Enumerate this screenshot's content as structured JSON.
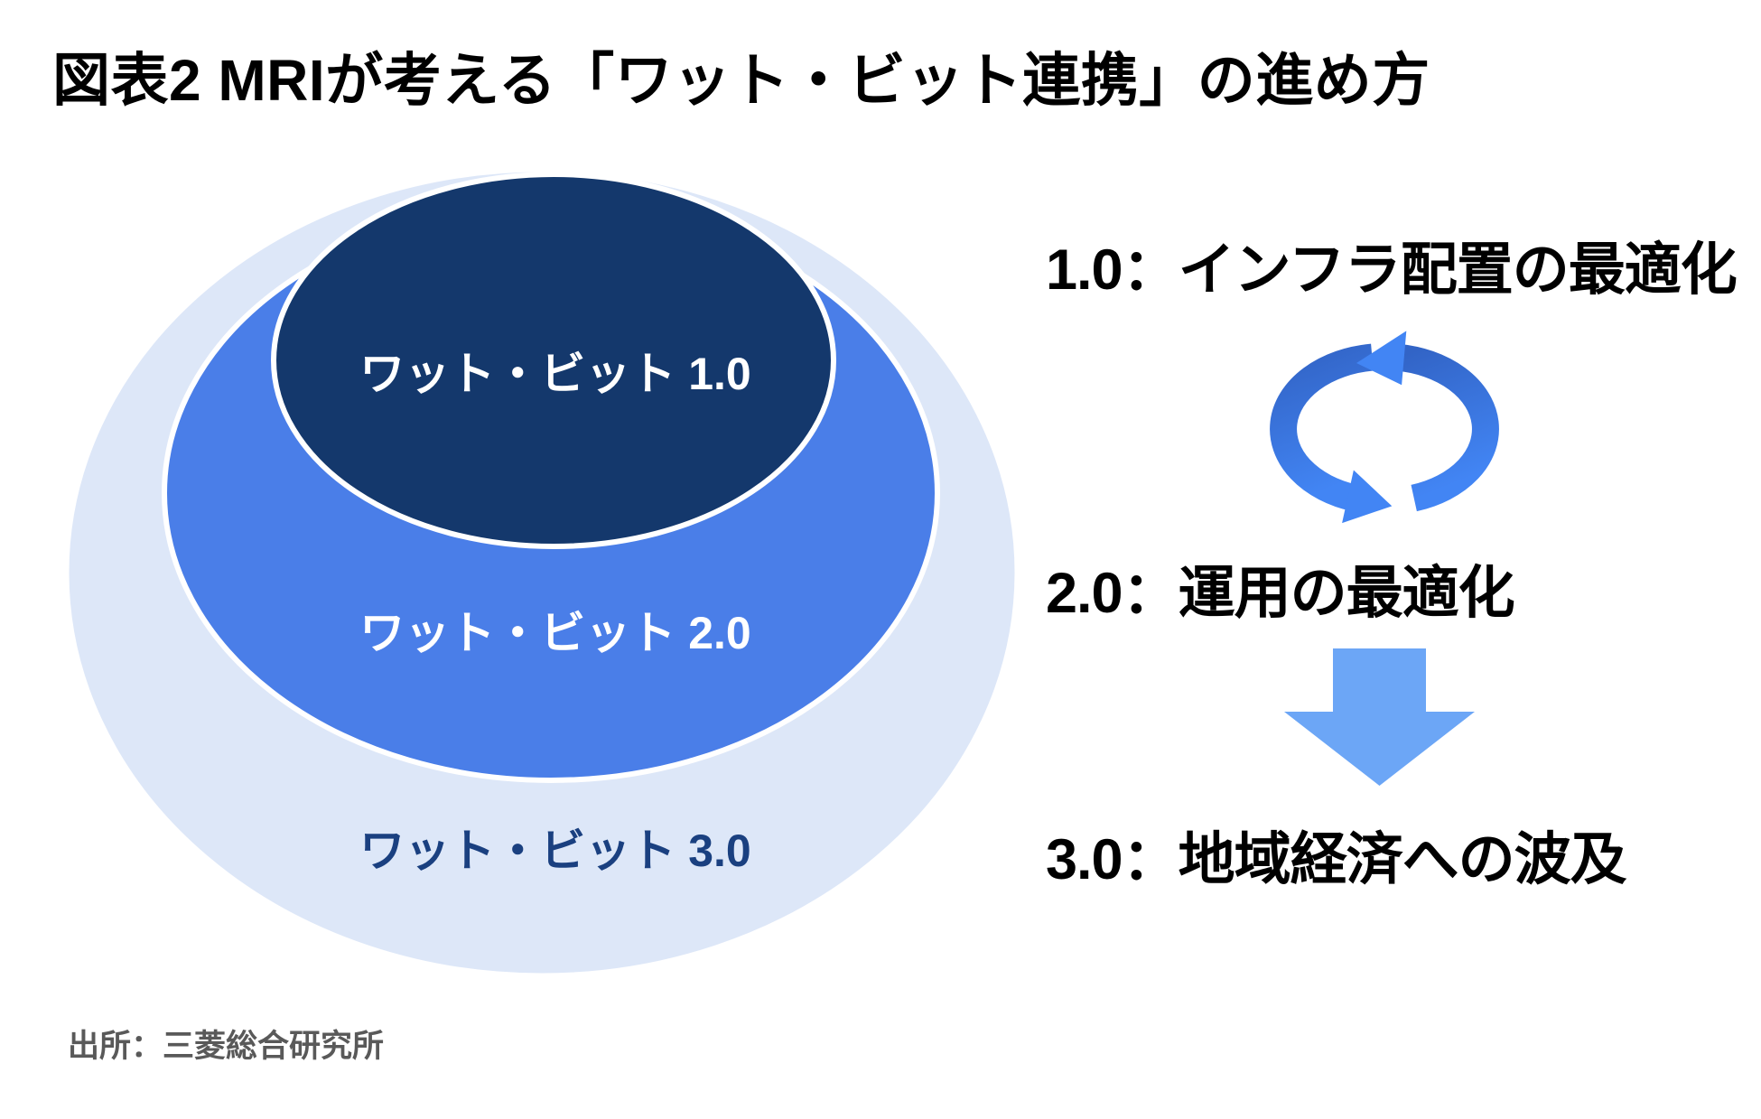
{
  "header": {
    "title": "図表2 MRIが考える「ワット・ビット連携」の進め方"
  },
  "venn": {
    "levels": [
      {
        "label": "ワット・ビット 1.0",
        "fill": "#14386c",
        "text_color": "#ffffff"
      },
      {
        "label": "ワット・ビット 2.0",
        "fill": "#4a7ee8",
        "text_color": "#ffffff"
      },
      {
        "label": "ワット・ビット 3.0",
        "fill": "#dde7f8",
        "text_color": "#1a4080"
      }
    ]
  },
  "legend": {
    "items": [
      {
        "text": "1.0：インフラ配置の最適化"
      },
      {
        "text": "2.0：運用の最適化"
      },
      {
        "text": "3.0：地域経済への波及"
      }
    ]
  },
  "icons": {
    "cycle": {
      "name": "cycle-arrows-icon",
      "color_dark": "#3264c6",
      "color_light": "#4285f4"
    },
    "down": {
      "name": "down-arrow-icon",
      "color": "#6ca6f6"
    }
  },
  "source": {
    "text": "出所：三菱総合研究所"
  }
}
